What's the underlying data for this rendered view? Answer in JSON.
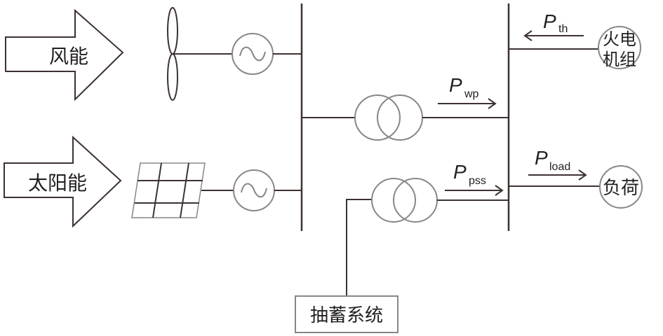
{
  "diagram": {
    "type": "power-system-schematic",
    "colors": {
      "line": "#3d3231",
      "outline": "#8a8686",
      "text": "#231f20",
      "background": "#ffffff"
    },
    "sources": {
      "wind": {
        "label": "风能"
      },
      "solar": {
        "label": "太阳能"
      }
    },
    "nodes": {
      "thermal": {
        "label_line1": "火电",
        "label_line2": "机组"
      },
      "load": {
        "label": "负荷"
      },
      "pumped_storage": {
        "label": "抽蓄系统"
      }
    },
    "flows": {
      "thermal": {
        "symbol": "P",
        "subscript": "th",
        "direction": "left"
      },
      "wind_pv": {
        "symbol": "P",
        "subscript": "wp",
        "direction": "right"
      },
      "pumped_storage": {
        "symbol": "P",
        "subscript": "pss",
        "direction": "right"
      },
      "load": {
        "symbol": "P",
        "subscript": "load",
        "direction": "right"
      }
    }
  }
}
